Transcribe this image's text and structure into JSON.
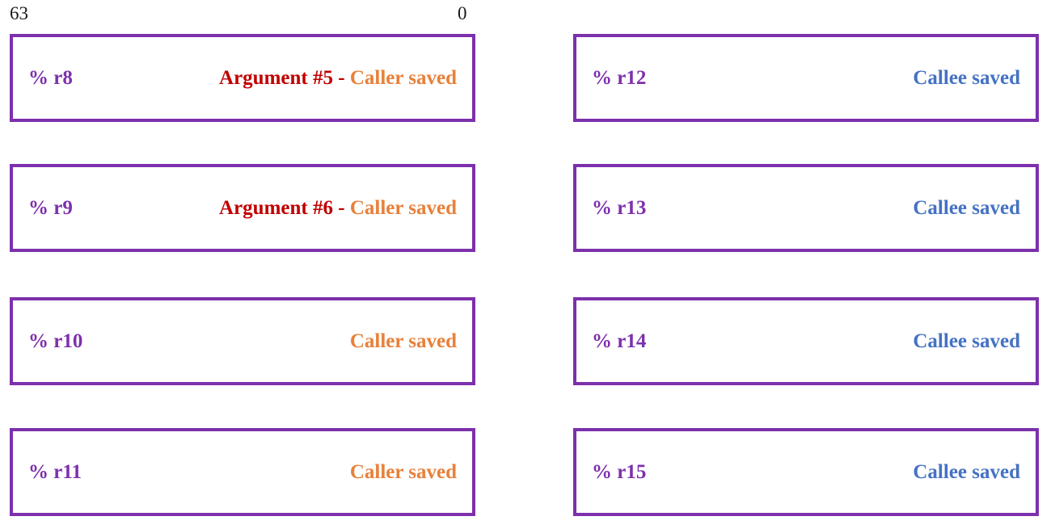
{
  "scale": {
    "left_label": "63",
    "right_label": "0"
  },
  "colors": {
    "border_purple": "#7d30ac",
    "register_purple": "#7d30ac",
    "argument_red": "#c00000",
    "caller_orange": "#e8803a",
    "callee_blue": "#4472c4",
    "scale_black": "#1a1a1a"
  },
  "registers": [
    {
      "name": "% r8",
      "argument": "Argument #5",
      "separator": " - ",
      "saved": "Caller saved",
      "saved_class": "caller",
      "column": "left",
      "row": 1
    },
    {
      "name": "% r9",
      "argument": "Argument #6",
      "separator": " - ",
      "saved": "Caller saved",
      "saved_class": "caller",
      "column": "left",
      "row": 2
    },
    {
      "name": "% r10",
      "argument": "",
      "separator": "",
      "saved": "Caller saved",
      "saved_class": "caller",
      "column": "left",
      "row": 3
    },
    {
      "name": "% r11",
      "argument": "",
      "separator": "",
      "saved": "Caller saved",
      "saved_class": "caller",
      "column": "left",
      "row": 4
    },
    {
      "name": "% r12",
      "argument": "",
      "separator": "",
      "saved": "Callee saved",
      "saved_class": "callee",
      "column": "right",
      "row": 1
    },
    {
      "name": "% r13",
      "argument": "",
      "separator": "",
      "saved": "Callee saved",
      "saved_class": "callee",
      "column": "right",
      "row": 2
    },
    {
      "name": "% r14",
      "argument": "",
      "separator": "",
      "saved": "Callee saved",
      "saved_class": "callee",
      "column": "right",
      "row": 3
    },
    {
      "name": "% r15",
      "argument": "",
      "separator": "",
      "saved": "Callee saved",
      "saved_class": "callee",
      "column": "right",
      "row": 4
    }
  ]
}
